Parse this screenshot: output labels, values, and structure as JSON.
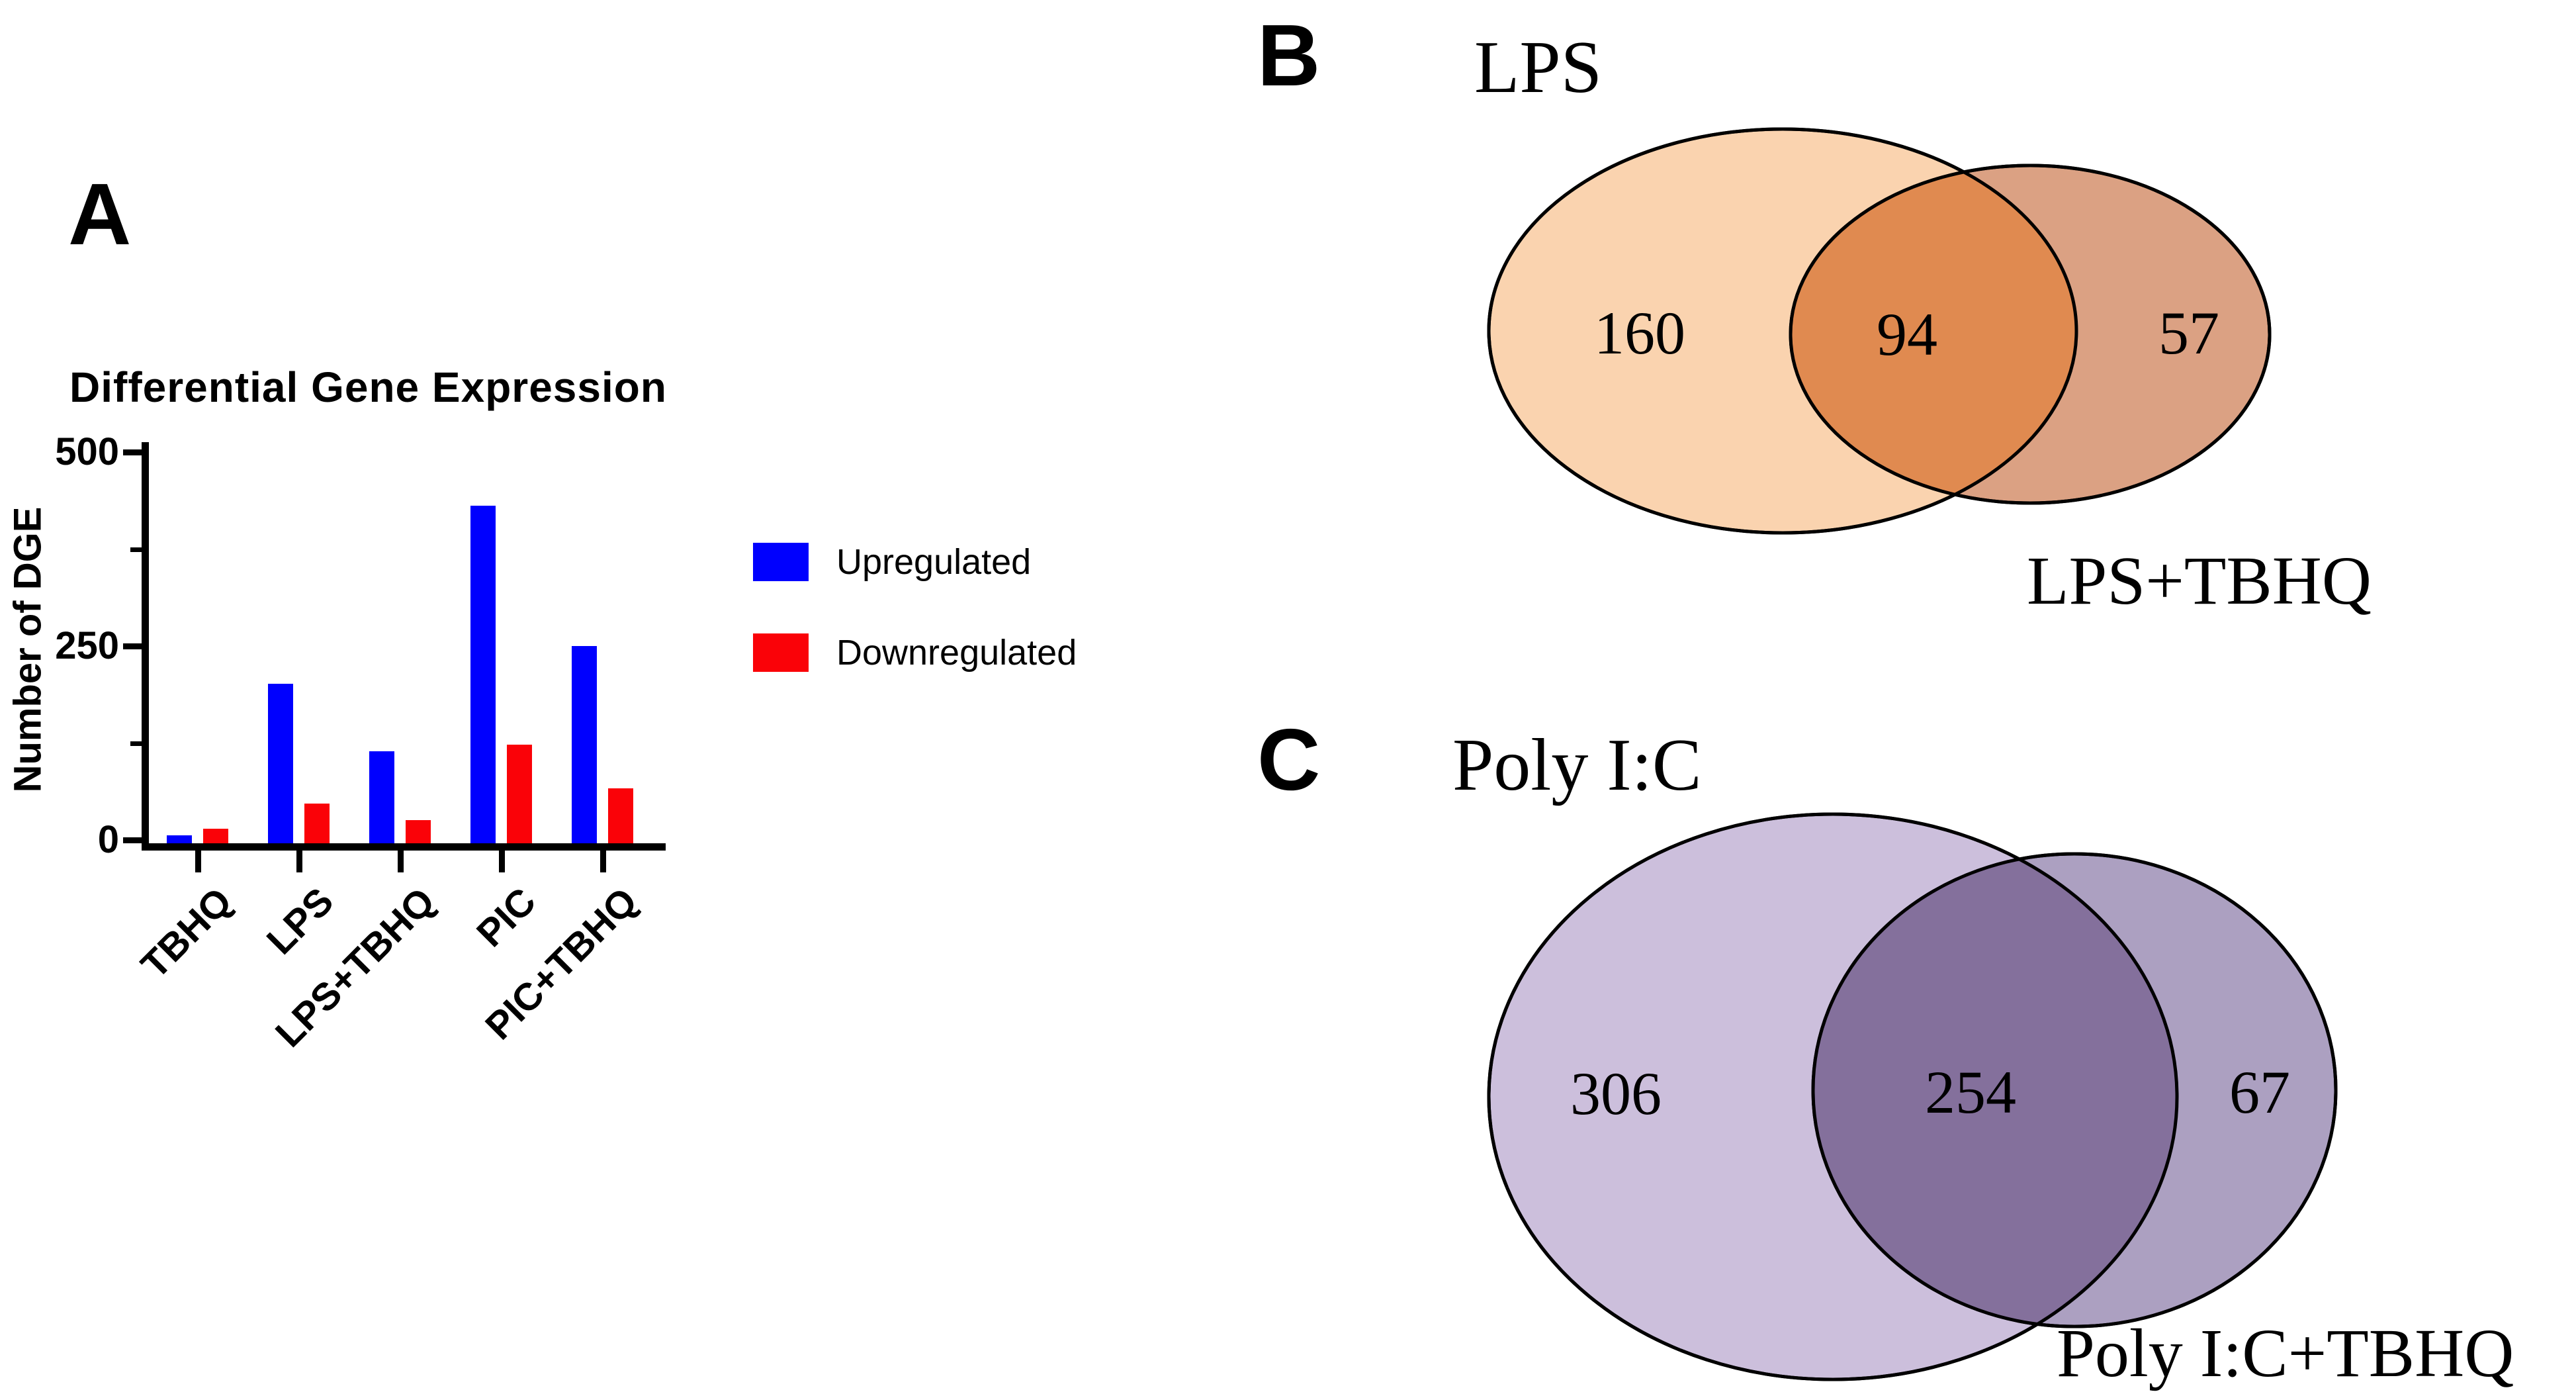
{
  "figure": {
    "panel_a_label": "A",
    "panel_b_label": "B",
    "panel_c_label": "C"
  },
  "chart_data": {
    "type": "bar",
    "title": "Differential Gene Expression",
    "xlabel": "",
    "ylabel": "Number of DGE",
    "categories": [
      "TBHQ",
      "LPS",
      "LPS+TBHQ",
      "PIC",
      "PIC+TBHQ"
    ],
    "series": [
      {
        "name": "Upregulated",
        "color": "#0000FE",
        "values": [
          10,
          206,
          119,
          435,
          254
        ]
      },
      {
        "name": "Downregulated",
        "color": "#FA0208",
        "values": [
          19,
          51,
          30,
          127,
          71
        ]
      }
    ],
    "ylim": [
      0,
      500
    ],
    "yticks": [
      0,
      250,
      500
    ],
    "minor_yticks": [
      125,
      375
    ],
    "grid": false,
    "legend_position": "right"
  },
  "venn_b": {
    "title": "LPS",
    "right_label": "LPS+TBHQ",
    "left_count": "160",
    "overlap_count": "94",
    "right_count": "57",
    "colors": {
      "left": "#FAD3AF",
      "overlap": "#E08A50",
      "right": "#DBA183",
      "outline": "#000000"
    }
  },
  "venn_c": {
    "title": "Poly I:C",
    "right_label": "Poly I:C+TBHQ",
    "left_count": "306",
    "overlap_count": "254",
    "right_count": "67",
    "colors": {
      "left": "#CCBFDC",
      "overlap": "#84709C",
      "right": "#ACA0C1",
      "outline": "#000000"
    }
  }
}
